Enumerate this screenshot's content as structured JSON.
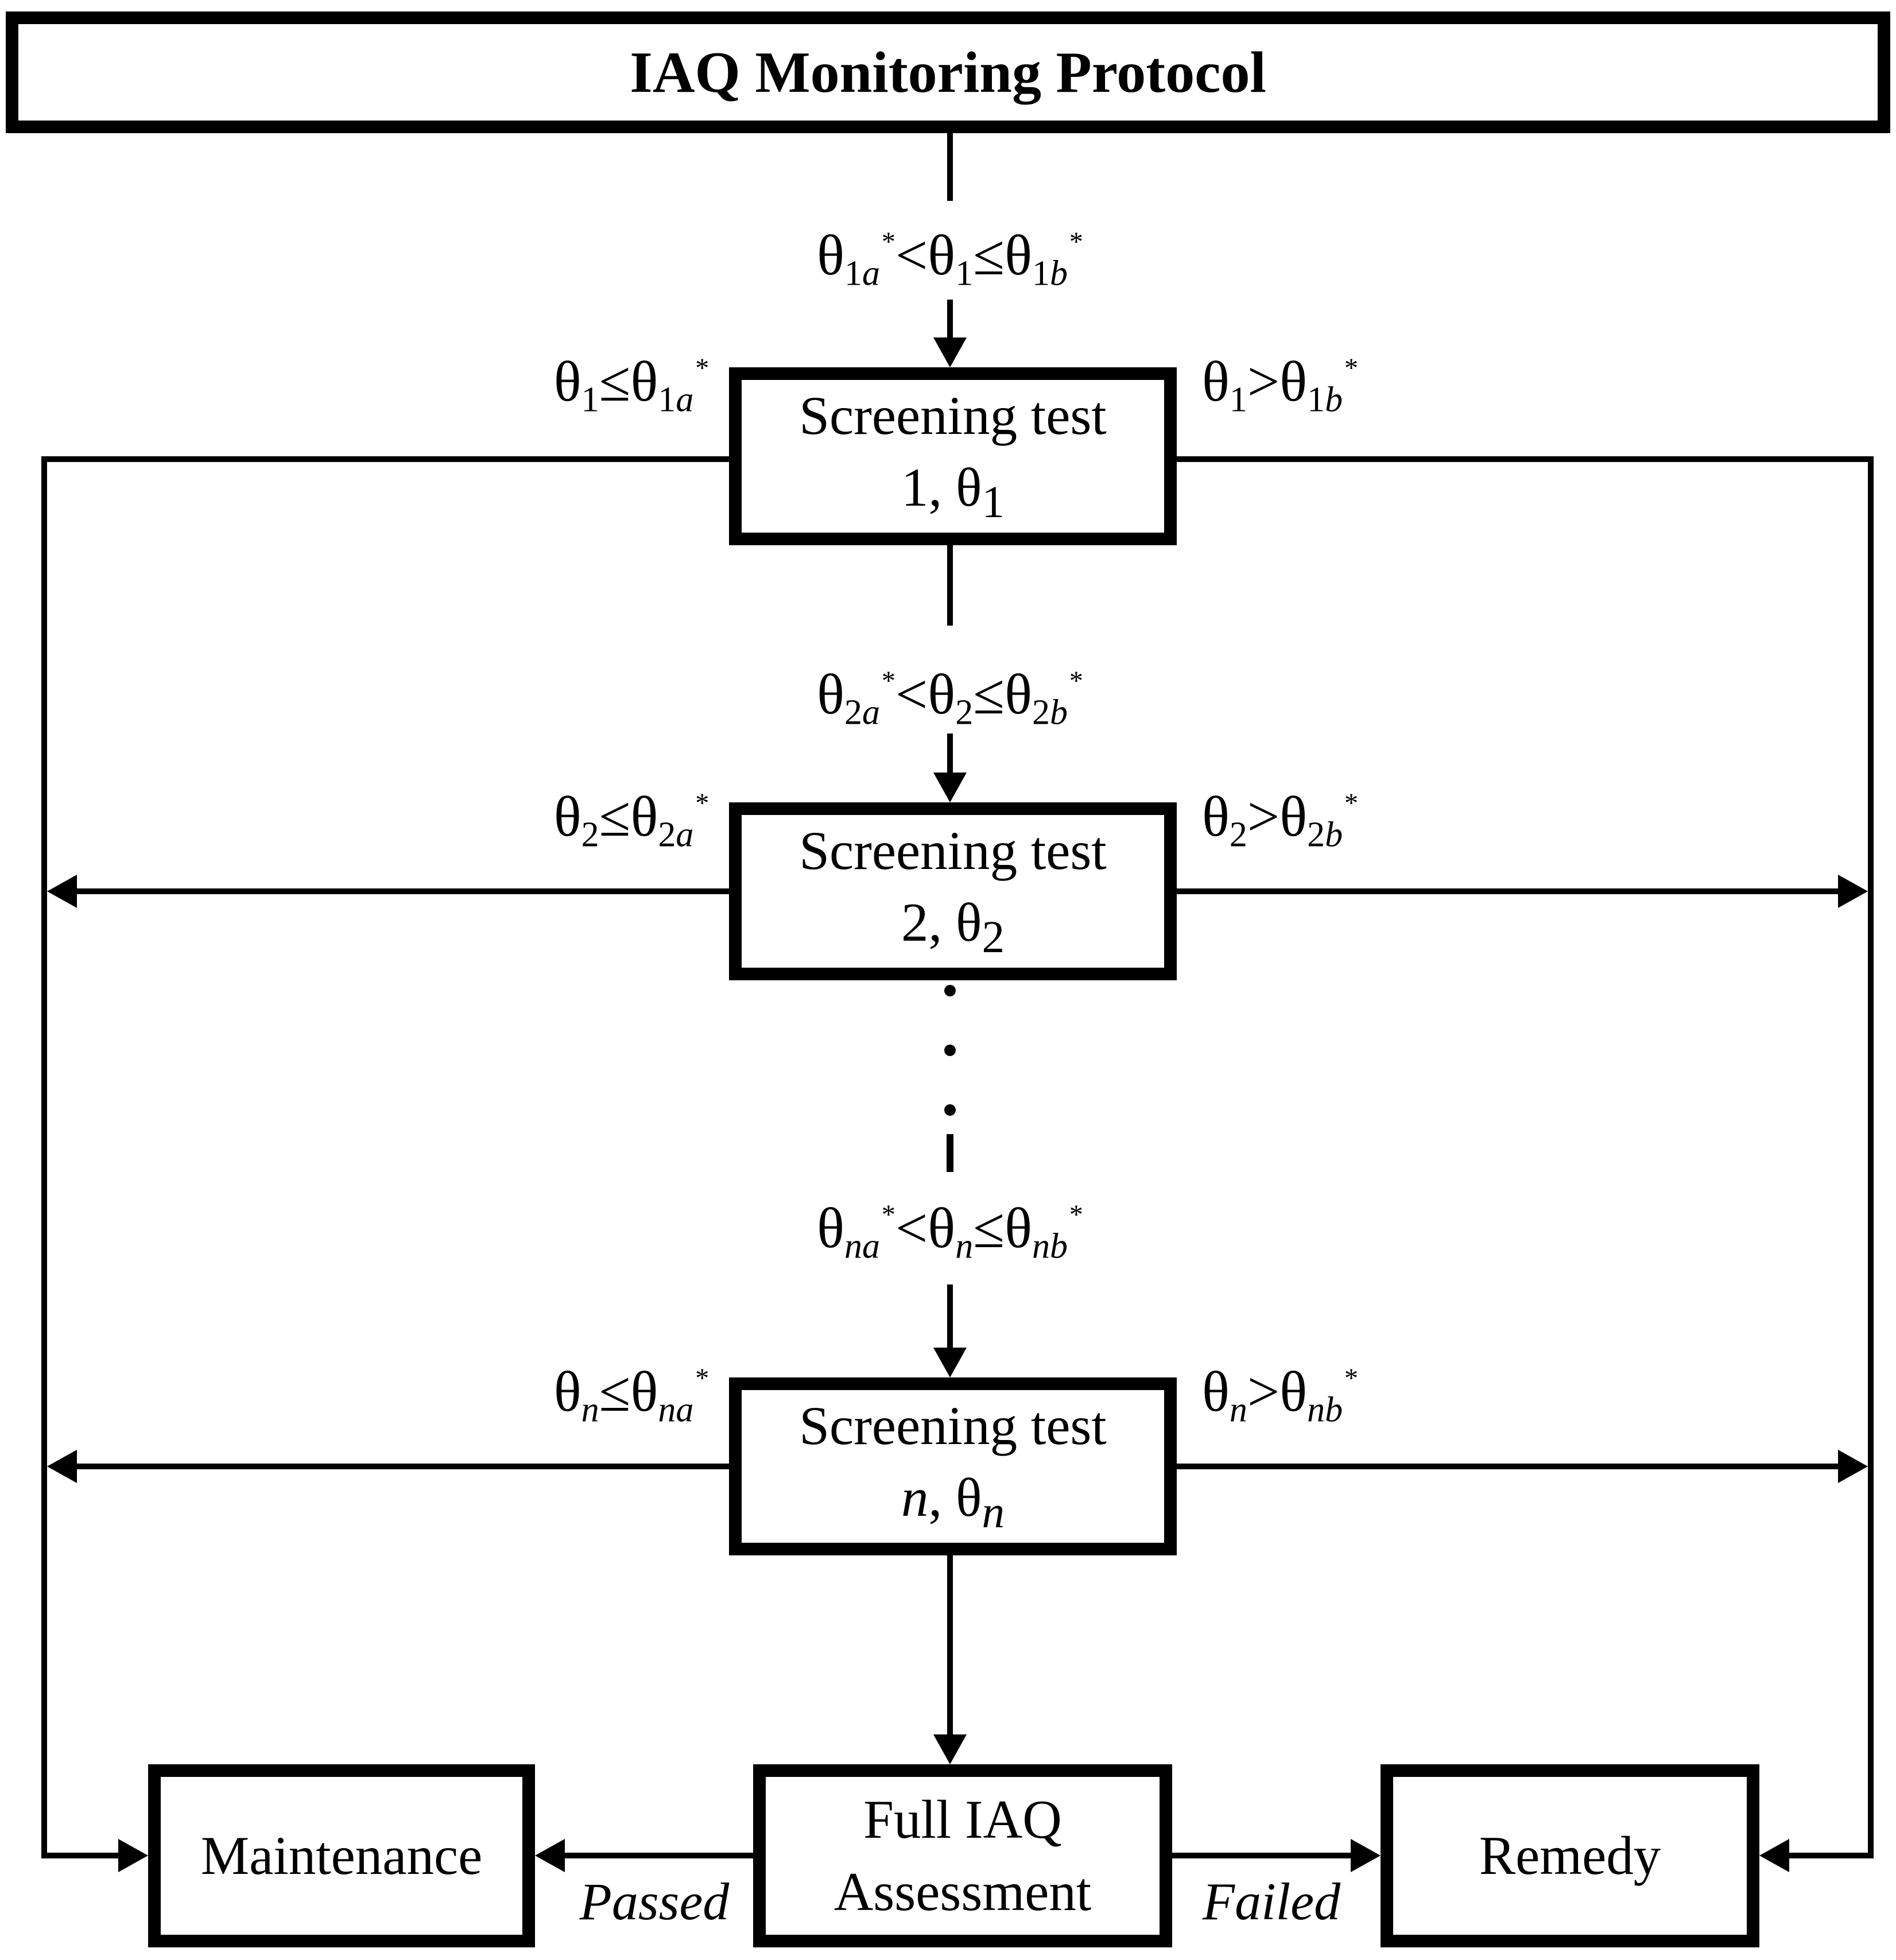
{
  "title": "IAQ Monitoring Protocol",
  "boxes": {
    "screening1": {
      "line1": "Screening test",
      "line2": [
        {
          "t": "1, "
        },
        {
          "t": "θ",
          "sub": "1"
        }
      ]
    },
    "screening2": {
      "line1": "Screening test",
      "line2": [
        {
          "t": "2, "
        },
        {
          "t": "θ",
          "sub": "2"
        }
      ]
    },
    "screeningN": {
      "line1": "Screening test",
      "line2": [
        {
          "t": "n, "
        },
        {
          "t": "θ",
          "sub": "n"
        }
      ]
    },
    "full_assessment": {
      "line1": "Full IAQ",
      "line2_text": "Assessment"
    },
    "maintenance": {
      "label": "Maintenance"
    },
    "remedy": {
      "label": "Remedy"
    }
  },
  "conditions": {
    "test1": {
      "enter": [
        {
          "t": "θ",
          "sub": "1a",
          "sup": "*"
        },
        {
          "t": " < "
        },
        {
          "t": "θ",
          "sub": "1"
        },
        {
          "t": " ≤ "
        },
        {
          "t": "θ",
          "sub": "1b",
          "sup": "*"
        }
      ],
      "pass_left": [
        {
          "t": "θ",
          "sub": "1"
        },
        {
          "t": " ≤ "
        },
        {
          "t": "θ",
          "sub": "1a",
          "sup": "*"
        }
      ],
      "fail_right": [
        {
          "t": "θ",
          "sub": "1"
        },
        {
          "t": " > "
        },
        {
          "t": "θ",
          "sub": "1b",
          "sup": "*"
        }
      ]
    },
    "test2": {
      "enter": [
        {
          "t": "θ",
          "sub": "2a",
          "sup": "*"
        },
        {
          "t": " < "
        },
        {
          "t": "θ",
          "sub": "2"
        },
        {
          "t": " ≤ "
        },
        {
          "t": "θ",
          "sub": "2b",
          "sup": "*"
        }
      ],
      "pass_left": [
        {
          "t": "θ",
          "sub": "2"
        },
        {
          "t": " ≤ "
        },
        {
          "t": "θ",
          "sub": "2a",
          "sup": "*"
        }
      ],
      "fail_right": [
        {
          "t": "θ",
          "sub": "2"
        },
        {
          "t": " > "
        },
        {
          "t": "θ",
          "sub": "2b",
          "sup": "*"
        }
      ]
    },
    "testN": {
      "enter": [
        {
          "t": "θ",
          "sub": "na",
          "sup": "*"
        },
        {
          "t": " < "
        },
        {
          "t": "θ",
          "sub": "n"
        },
        {
          "t": " ≤ "
        },
        {
          "t": "θ",
          "sub": "nb",
          "sup": "*"
        }
      ],
      "pass_left": [
        {
          "t": "θ",
          "sub": "n"
        },
        {
          "t": " ≤ "
        },
        {
          "t": "θ",
          "sub": "na",
          "sup": "*"
        }
      ],
      "fail_right": [
        {
          "t": "θ",
          "sub": "n"
        },
        {
          "t": " > "
        },
        {
          "t": "θ",
          "sub": "nb",
          "sup": "*"
        }
      ]
    }
  },
  "edges": {
    "passed": "Passed",
    "failed": "Failed"
  },
  "colors": {
    "ink": "#000000",
    "paper": "#ffffff"
  }
}
